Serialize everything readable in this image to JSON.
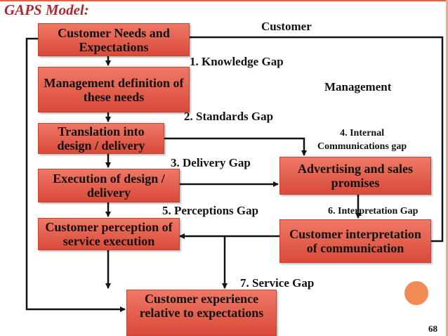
{
  "title": "GAPS Model:",
  "zone_labels": {
    "customer": "Customer",
    "management": "Management"
  },
  "boxes": {
    "needs": "Customer Needs and Expectations",
    "mgmt_def": "Management definition of these needs",
    "translation": "Translation into design / delivery",
    "execution": "Execution of design / delivery",
    "perception": "Customer perception of service execution",
    "advertising": "Advertising and sales promises",
    "interpretation": "Customer interpretation of communication",
    "experience": "Customer experience relative to expectations"
  },
  "gaps": {
    "knowledge": "1. Knowledge Gap",
    "standards": "2. Standards Gap",
    "delivery": "3. Delivery Gap",
    "internal_line1": "4. Internal",
    "internal_line2": "Communications gap",
    "perceptions": "5. Perceptions Gap",
    "interpretation": "6. Interpretation Gap",
    "service": "7. Service Gap"
  },
  "page_number": "68",
  "colors": {
    "box_fill": "#e5604d",
    "title": "#b0282e",
    "accent": "#f38b57"
  }
}
